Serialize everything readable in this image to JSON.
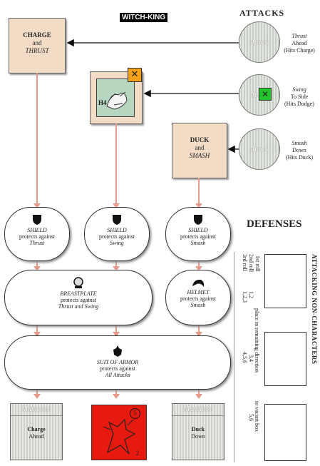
{
  "title": "WITCH-KING",
  "attacks_heading": "ATTACKS",
  "defenses_heading": "DEFENSES",
  "side_heading": "ATTACKING NON-CHARACTERS",
  "attack_circle_label": "Attack",
  "attacks": [
    {
      "line1": "Thrust",
      "line2": "Ahead",
      "line3": "(Hits Charge)"
    },
    {
      "line1": "Swing",
      "line2": "To Side",
      "line3": "(Hits Dodge)"
    },
    {
      "line1": "Smash",
      "line2": "Down",
      "line3": "(Hits Duck)"
    }
  ],
  "boxes": {
    "charge": {
      "l1": "CHARGE",
      "l2": "and",
      "l3": "THRUST"
    },
    "duck": {
      "l1": "DUCK",
      "l2": "and",
      "l3": "SMASH"
    },
    "counter_label": "H4"
  },
  "defenses": {
    "shield1": {
      "name": "SHIELD",
      "p": "protects against",
      "vs": "Thrust"
    },
    "shield2": {
      "name": "SHIELD",
      "p": "protects against",
      "vs": "Swing"
    },
    "shield3": {
      "name": "SHIELD",
      "p": "protects against",
      "vs": "Smash"
    },
    "breastplate": {
      "name": "BREASTPLATE",
      "p": "protects against",
      "vs": "Thrust and Swing"
    },
    "helmet": {
      "name": "HELMET",
      "p": "protects against",
      "vs": "Smash"
    },
    "armor": {
      "name": "SUIT OF ARMOR",
      "p": "protects against",
      "vs": "All Attacks"
    }
  },
  "maneuvers": {
    "header": "Maneuver",
    "left": {
      "l1": "Charge",
      "l2": "Ahead"
    },
    "right": {
      "l1": "Duck",
      "l2": "Down"
    },
    "red_counter_top": "5",
    "red_counter_bottom": "2"
  },
  "rolls": {
    "labels": [
      "1st roll",
      "2nd roll",
      "3rd roll"
    ],
    "row1": "1,2",
    "row1b": "1,2,3",
    "row2": "3,4",
    "row2b": "4,5,6",
    "row3": "5,6",
    "place_text": "place in remaining direction",
    "to_box": "to vacant box"
  }
}
